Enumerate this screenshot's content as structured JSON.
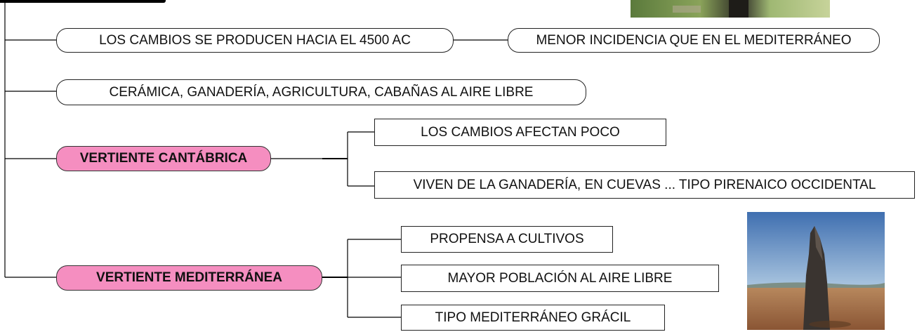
{
  "diagram": {
    "branch1": {
      "label": "LOS CAMBIOS SE PRODUCEN HACIA EL 4500 AC",
      "child": "MENOR INCIDENCIA QUE EN EL MEDITERRÁNEO"
    },
    "branch2": {
      "label": "CERÁMICA, GANADERÍA, AGRICULTURA, CABAÑAS AL AIRE LIBRE"
    },
    "branch3": {
      "label": "VERTIENTE CANTÁBRICA",
      "children": [
        "LOS CAMBIOS AFECTAN POCO",
        "VIVEN DE LA GANADERÍA, EN CUEVAS ... TIPO PIRENAICO OCCIDENTAL"
      ]
    },
    "branch4": {
      "label": "VERTIENTE MEDITERRÁNEA",
      "children": [
        "PROPENSA A CULTIVOS",
        "MAYOR POBLACIÓN AL AIRE LIBRE",
        "TIPO MEDITERRÁNEO GRÁCIL"
      ]
    }
  },
  "colors": {
    "highlight_node": "#f58ec0",
    "connector": "#000000"
  }
}
